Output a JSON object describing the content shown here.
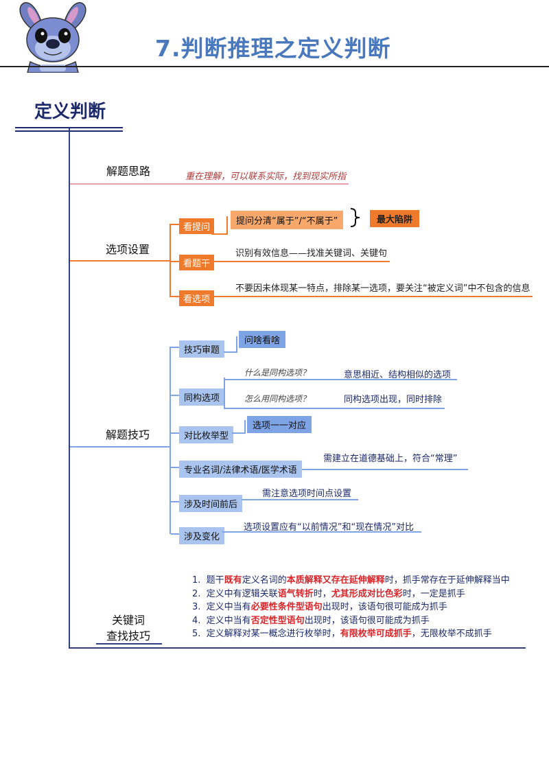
{
  "header": {
    "title": "7.判断推理之定义判断"
  },
  "section": {
    "title": "定义判断"
  },
  "thinking": {
    "label": "解题思路",
    "note": "重在理解，可以联系实际，找到现实所指"
  },
  "options": {
    "label": "选项设置",
    "items": [
      {
        "label": "看提问",
        "bubble": "提问分清“属于”/“不属于”",
        "tag": "最大陷阱"
      },
      {
        "label": "看题干",
        "text": "识别有效信息——找准关键词、关键句"
      },
      {
        "label": "看选项",
        "text": "不要因未体现某一特点，排除某一选项，要关注“被定义词”中不包含的信息"
      }
    ]
  },
  "skills": {
    "label": "解题技巧",
    "items": [
      {
        "label": "技巧审题",
        "bubble": "问啥看啥"
      },
      {
        "label": "同构选项",
        "q1": "什么是同构选项？",
        "a1": "意思相近、结构相似的选项",
        "q2": "怎么用同构选项？",
        "a2": "同构选项出现，同时排除"
      },
      {
        "label": "对比枚举型",
        "bubble": "选项一一对应"
      },
      {
        "label": "专业名词/法律术语/医学术语",
        "text": "需建立在道德基础上，符合“常理”"
      },
      {
        "label": "涉及时间前后",
        "text": "需注意选项时间点设置"
      },
      {
        "label": "涉及变化",
        "text": "选项设置应有“以前情况”和“现在情况”对比"
      }
    ]
  },
  "keywords": {
    "label_line1": "关键词",
    "label_line2": "查找技巧",
    "items": [
      {
        "num": "1.",
        "p1": "题干",
        "r1": "既有",
        "p2": "定义名词的",
        "r2": "本质解释又存在延伸解释",
        "p3": "时，抓手常存在于延伸解释当中"
      },
      {
        "num": "2.",
        "p1": "定义中有逻辑关联",
        "r1": "语气转折",
        "p2": "时，",
        "r2": "尤其形成对比色彩",
        "p3": "时，一定是抓手"
      },
      {
        "num": "3.",
        "p1": "定义中当有",
        "r1": "必要性条件型语句",
        "p2": "出现时，该语句很可能成为抓手",
        "r2": "",
        "p3": ""
      },
      {
        "num": "4.",
        "p1": "定义中当有",
        "r1": "否定性型语句",
        "p2": "出现时，该语句很可能成为抓手",
        "r2": "",
        "p3": ""
      },
      {
        "num": "5.",
        "p1": "定义解释对某一概念进行枚举时，",
        "r1": "有限枚举可成抓手",
        "p2": "，无限枚举不成抓手",
        "r2": "",
        "p3": ""
      }
    ]
  },
  "colors": {
    "title": "#4a78bd",
    "navy": "#1d2a6b",
    "orange": "#f07a2b",
    "blue": "#a9c4ee",
    "red": "#d8262b",
    "pink": "#e8a0a8"
  },
  "icons": {
    "mascot": "stitch-mascot-icon",
    "bracket": "right-bracket-icon"
  }
}
